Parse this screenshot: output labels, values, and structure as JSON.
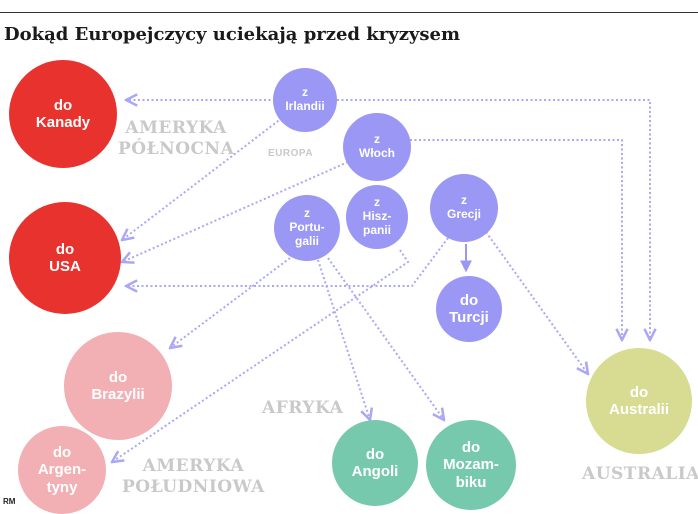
{
  "title": "Dokąd Europejczycy uciekają przed kryzysem",
  "credit": "RM",
  "colors": {
    "source": "#9b97f5",
    "north_america": "#e8322e",
    "south_america": "#f2b0b4",
    "africa": "#76c9ad",
    "asia": "#9b97f5",
    "australia": "#d8dc92",
    "arrow": "#aba7f5",
    "region_label": "#c9c9c9"
  },
  "regions": {
    "north_america": "AMERYKA\nPÓŁNOCNA",
    "europe": "EUROPA",
    "africa": "AFRYKA",
    "south_america": "AMERYKA\nPOŁUDNIOWA",
    "australia": "AUSTRALIA"
  },
  "sources": {
    "ireland": "z\nIrlandii",
    "italy": "z\nWłoch",
    "spain": "z\nHisz-\npanii",
    "portugal": "z\nPortu-\ngalii",
    "greece": "z\nGrecji"
  },
  "destinations": {
    "canada": "do\nKanady",
    "usa": "do\nUSA",
    "brazil": "do\nBrazylii",
    "argentina": "do\nArgen-\ntyny",
    "turkey": "do\nTurcji",
    "angola": "do\nAngoli",
    "mozambique": "do\nMozam-\nbiku",
    "australia": "do\nAustralii"
  }
}
